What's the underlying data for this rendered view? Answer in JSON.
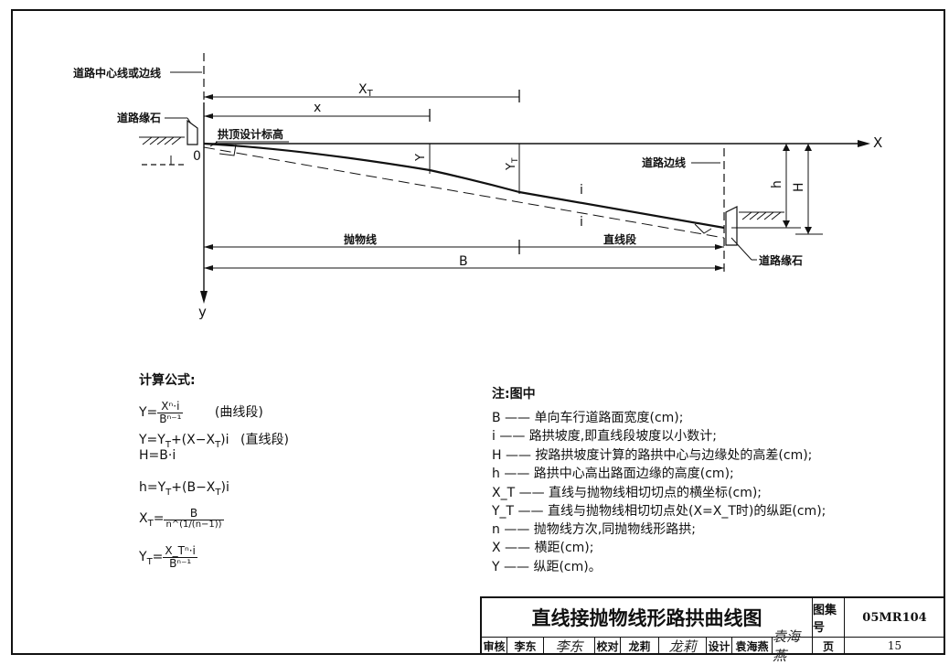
{
  "diagram": {
    "label_center_or_edge": "道路中心线或边线",
    "label_curb_left": "道路缘石",
    "label_crown_elevation": "拱顶设计标高",
    "label_xt": "X",
    "label_xt_sub": "T",
    "label_x": "x",
    "label_X_axis": "X",
    "label_origin": "0",
    "label_Y": "Y",
    "label_Yt": "Y",
    "label_Yt_sub": "T",
    "label_i_upper": "i",
    "label_i_lower": "i",
    "label_road_edge": "道路边线",
    "label_h": "h",
    "label_H": "H",
    "label_parabola": "抛物线",
    "label_straight": "直线段",
    "label_B": "B",
    "label_curb_right": "道路缘石",
    "label_y_axis": "y"
  },
  "formulas": {
    "title": "计算公式:",
    "f1_lhs": "Y=",
    "f1_num": "Xⁿ·i",
    "f1_den": "Bⁿ⁻¹",
    "f1_note": "(曲线段)",
    "f2": "Y=Y",
    "f2_sub": "T",
    "f2_rest": "+(X−X",
    "f2_rest_sub": "T",
    "f2_tail": ")i",
    "f2_note": "(直线段)",
    "f3": "H=B·i",
    "f4": "h=Y",
    "f4_sub": "T",
    "f4_rest": "+(B−X",
    "f4_rest_sub": "T",
    "f4_tail": ")i",
    "f5_lhs": "X",
    "f5_lhs_sub": "T",
    "f5_eq": "=",
    "f5_num": "B",
    "f5_den": "n^(1/(n−1))",
    "f6_lhs": "Y",
    "f6_lhs_sub": "T",
    "f6_eq": "=",
    "f6_num": "X_Tⁿ·i",
    "f6_den": "Bⁿ⁻¹"
  },
  "notes": {
    "title": "注:图中",
    "lines": [
      "B —— 单向车行道路面宽度(cm);",
      "i —— 路拱坡度,即直线段坡度以小数计;",
      "H —— 按路拱坡度计算的路拱中心与边缘处的高差(cm);",
      "h —— 路拱中心高出路面边缘的高度(cm);",
      "X_T —— 直线与抛物线相切切点的横坐标(cm);",
      "Y_T —— 直线与抛物线相切切点处(X=X_T时)的纵距(cm);",
      "n —— 抛物线方次,同抛物线形路拱;",
      "X —— 横距(cm);",
      "Y —— 纵距(cm)。"
    ]
  },
  "title_block": {
    "title": "直线接抛物线形路拱曲线图",
    "atlas_label": "图集号",
    "atlas_no": "05MR104",
    "review_label": "审核",
    "reviewer": "李东",
    "reviewer_sig": "李东",
    "check_label": "校对",
    "checker": "龙莉",
    "checker_sig": "龙莉",
    "design_label": "设计",
    "designer": "袁海燕",
    "designer_sig": "袁海燕",
    "page_label": "页",
    "page_no": "15"
  }
}
